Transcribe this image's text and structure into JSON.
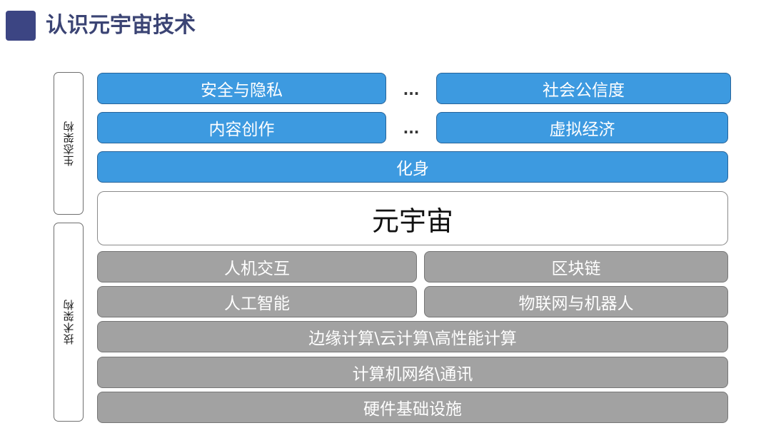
{
  "header": {
    "title": "认识元宇宙技术"
  },
  "side": {
    "ecosystem": "生态架构",
    "technology": "技术架构"
  },
  "ecosystem": {
    "row1_left": "安全与隐私",
    "row1_ellipsis": "...",
    "row1_right": "社会公信度",
    "row2_left": "内容创作",
    "row2_ellipsis": "...",
    "row2_right": "虚拟经济",
    "avatar": "化身"
  },
  "core": "元宇宙",
  "technology": {
    "hci": "人机交互",
    "blockchain": "区块链",
    "ai": "人工智能",
    "iot": "物联网与机器人",
    "computing": "边缘计算\\云计算\\高性能计算",
    "network": "计算机网络\\通讯",
    "infrastructure": "硬件基础设施"
  },
  "colors": {
    "accent": "#3c4583",
    "ecosystem_block": "#3d9ae0",
    "technology_block": "#a2a2a2"
  }
}
